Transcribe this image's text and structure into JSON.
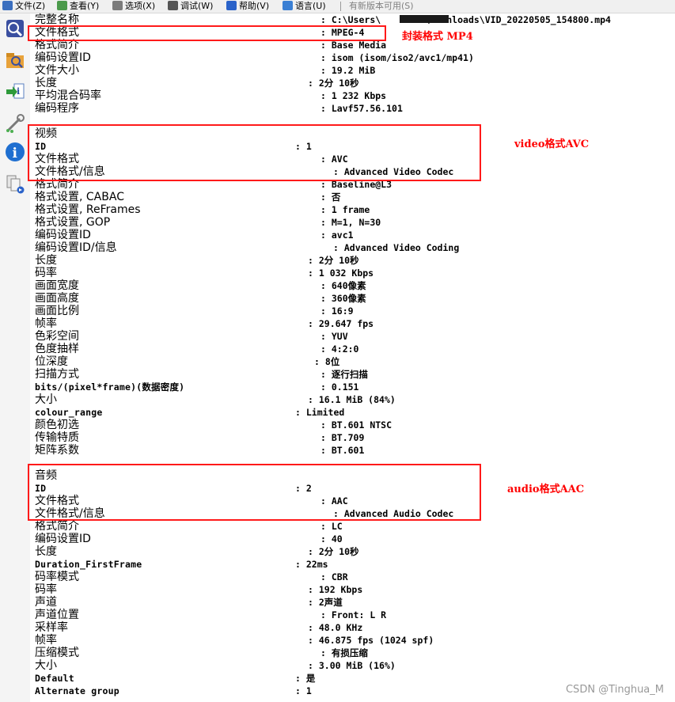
{
  "menu": {
    "items": [
      {
        "label": "文件(Z)",
        "icon": "file-icon",
        "color": "#3b6fbf"
      },
      {
        "label": "查看(Y)",
        "icon": "view-icon",
        "color": "#4b9a4b"
      },
      {
        "label": "选项(X)",
        "icon": "options-icon",
        "color": "#7b7b7b"
      },
      {
        "label": "调试(W)",
        "icon": "debug-icon",
        "color": "#555555"
      },
      {
        "label": "帮助(V)",
        "icon": "help-icon",
        "color": "#2a62c9"
      },
      {
        "label": "语言(U)",
        "icon": "language-icon",
        "color": "#3a7fd4"
      }
    ],
    "update_notice": "有新版本可用(S)"
  },
  "toolbar": {
    "buttons": [
      {
        "icon": "open-file-icon"
      },
      {
        "icon": "open-folder-icon"
      },
      {
        "icon": "export-icon"
      },
      {
        "icon": "preferences-icon"
      },
      {
        "icon": "info-icon"
      },
      {
        "icon": "copy-file-icon"
      }
    ]
  },
  "report": {
    "general": [
      {
        "label": "完整名称",
        "value": "C:\\Users\\        \\Downloads\\VID_20220505_154800.mp4"
      },
      {
        "label": "文件格式",
        "value": "MPEG-4"
      },
      {
        "label": "格式简介",
        "value": "Base Media"
      },
      {
        "label": "编码设置ID",
        "value": "isom (isom/iso2/avc1/mp41)"
      },
      {
        "label": "文件大小",
        "value": "19.2 MiB"
      },
      {
        "label": "长度",
        "value": "2分 10秒"
      },
      {
        "label": "平均混合码率",
        "value": "1 232 Kbps"
      },
      {
        "label": "编码程序",
        "value": "Lavf57.56.101"
      }
    ],
    "video_title": "视频",
    "video": [
      {
        "label": "ID",
        "value": "1"
      },
      {
        "label": "文件格式",
        "value": "AVC"
      },
      {
        "label": "文件格式/信息",
        "value": "Advanced Video Codec"
      },
      {
        "label": "格式简介",
        "value": "Baseline@L3"
      },
      {
        "label": "格式设置, CABAC",
        "value": "否"
      },
      {
        "label": "格式设置, ReFrames",
        "value": "1 frame"
      },
      {
        "label": "格式设置, GOP",
        "value": "M=1, N=30"
      },
      {
        "label": "编码设置ID",
        "value": "avc1"
      },
      {
        "label": "编码设置ID/信息",
        "value": "Advanced Video Coding"
      },
      {
        "label": "长度",
        "value": "2分 10秒"
      },
      {
        "label": "码率",
        "value": "1 032 Kbps"
      },
      {
        "label": "画面宽度",
        "value": "640像素"
      },
      {
        "label": "画面高度",
        "value": "360像素"
      },
      {
        "label": "画面比例",
        "value": "16:9"
      },
      {
        "label": "帧率",
        "value": "29.647 fps"
      },
      {
        "label": "色彩空间",
        "value": "YUV"
      },
      {
        "label": "色度抽样",
        "value": "4:2:0"
      },
      {
        "label": "位深度",
        "value": "8位"
      },
      {
        "label": "扫描方式",
        "value": "逐行扫描"
      },
      {
        "label": "bits/(pixel*frame)(数据密度)",
        "value": "0.151"
      },
      {
        "label": "大小",
        "value": "16.1 MiB (84%)"
      },
      {
        "label": "colour_range",
        "value": "Limited"
      },
      {
        "label": "颜色初选",
        "value": "BT.601 NTSC"
      },
      {
        "label": "传输特质",
        "value": "BT.709"
      },
      {
        "label": "矩阵系数",
        "value": "BT.601"
      }
    ],
    "audio_title": "音频",
    "audio": [
      {
        "label": "ID",
        "value": "2"
      },
      {
        "label": "文件格式",
        "value": "AAC"
      },
      {
        "label": "文件格式/信息",
        "value": "Advanced Audio Codec"
      },
      {
        "label": "格式简介",
        "value": "LC"
      },
      {
        "label": "编码设置ID",
        "value": "40"
      },
      {
        "label": "长度",
        "value": "2分 10秒"
      },
      {
        "label": "Duration_FirstFrame",
        "value": "22ms"
      },
      {
        "label": "码率模式",
        "value": "CBR"
      },
      {
        "label": "码率",
        "value": "192 Kbps"
      },
      {
        "label": "声道",
        "value": "2声道"
      },
      {
        "label": "声道位置",
        "value": "Front: L R"
      },
      {
        "label": "采样率",
        "value": "48.0 KHz"
      },
      {
        "label": "帧率",
        "value": "46.875 fps (1024 spf)"
      },
      {
        "label": "压缩模式",
        "value": "有损压缩"
      },
      {
        "label": "大小",
        "value": "3.00 MiB (16%)"
      },
      {
        "label": "Default",
        "value": "是"
      },
      {
        "label": "Alternate group",
        "value": "1"
      }
    ]
  },
  "annotations": {
    "container": "封装格式 MP4",
    "video": "video格式AVC",
    "audio": "audio格式AAC",
    "color": "#ff0000"
  },
  "watermark": "CSDN @Tinghua_M"
}
